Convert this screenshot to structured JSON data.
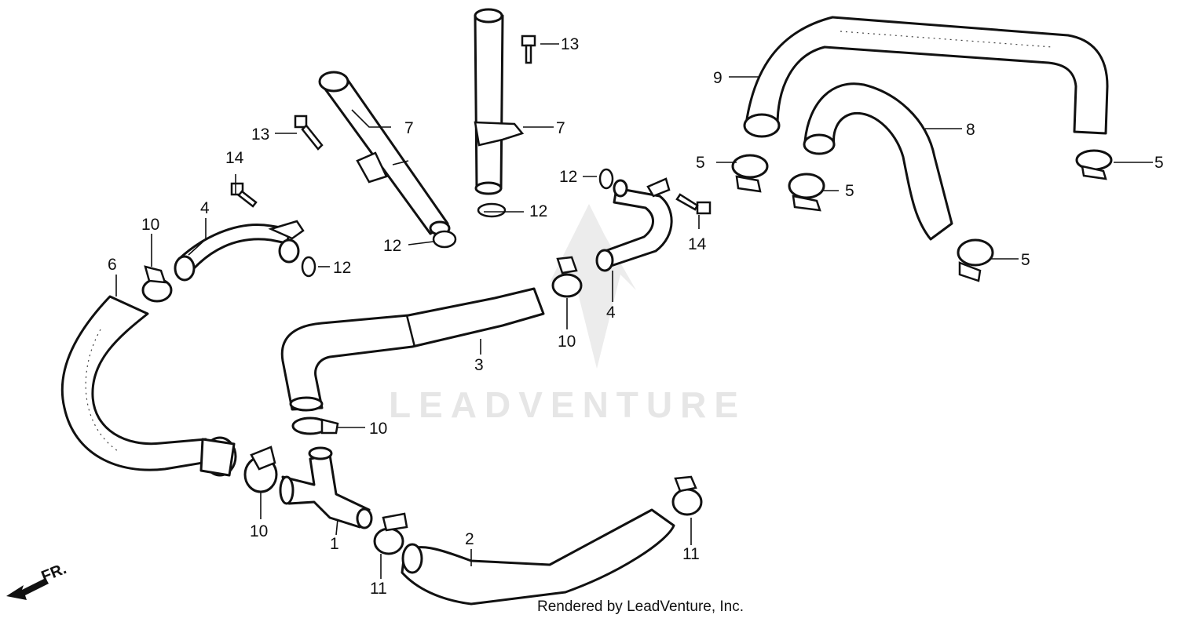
{
  "watermark": {
    "brand": "LEADVENTURE"
  },
  "footer": {
    "credit": "Rendered by LeadVenture, Inc."
  },
  "direction": {
    "label": "FR."
  },
  "callouts": {
    "c1": "1",
    "c2": "2",
    "c3": "3",
    "c4a": "4",
    "c4b": "4",
    "c5a": "5",
    "c5b": "5",
    "c5c": "5",
    "c5d": "5",
    "c6": "6",
    "c7a": "7",
    "c7b": "7",
    "c8": "8",
    "c9": "9",
    "c10a": "10",
    "c10b": "10",
    "c10c": "10",
    "c10d": "10",
    "c11a": "11",
    "c11b": "11",
    "c12a": "12",
    "c12b": "12",
    "c12c": "12",
    "c12d": "12",
    "c13a": "13",
    "c13b": "13",
    "c14a": "14",
    "c14b": "14"
  }
}
